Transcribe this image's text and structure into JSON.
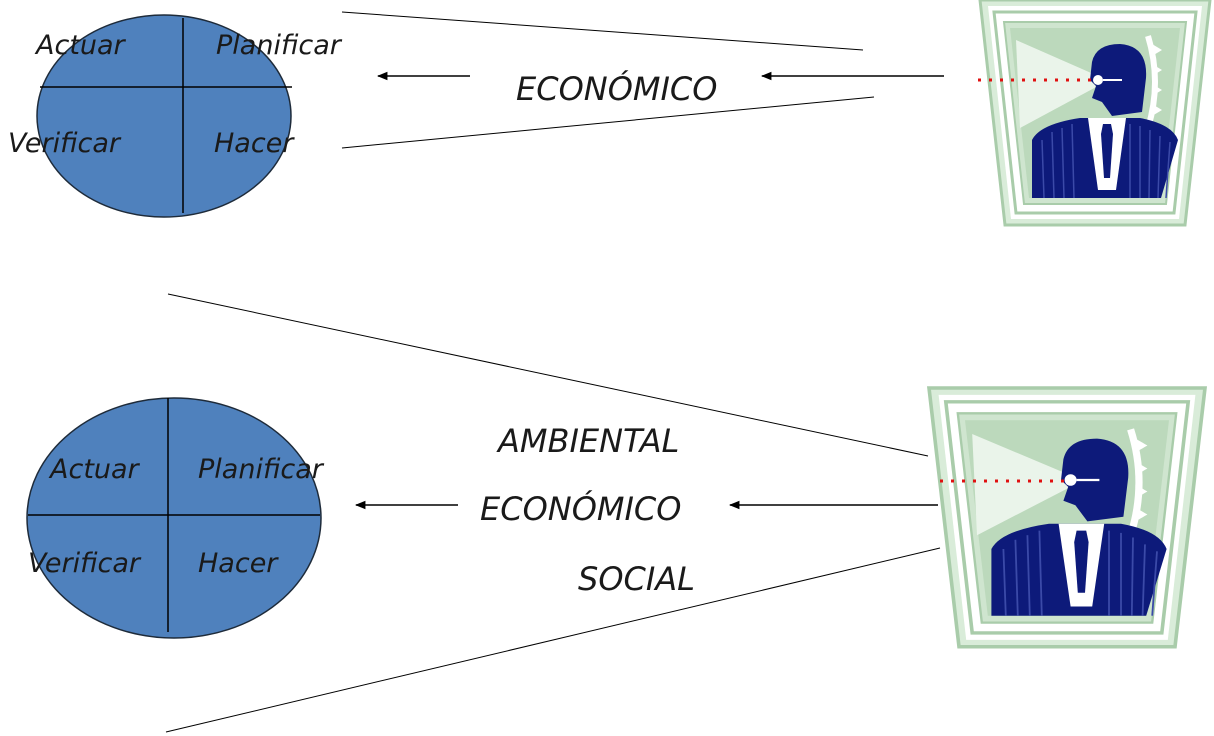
{
  "top_diagram": {
    "cycle": {
      "actuar": "Actuar",
      "planificar": "Planificar",
      "verificar": "Verificar",
      "hacer": "Hacer"
    },
    "dimensions": [
      "ECONÓMICO"
    ]
  },
  "bottom_diagram": {
    "cycle": {
      "actuar": "Actuar",
      "planificar": "Planificar",
      "verificar": "Verificar",
      "hacer": "Hacer"
    },
    "dimensions": [
      "AMBIENTAL",
      "ECONÓMICO",
      "SOCIAL"
    ]
  },
  "colors": {
    "ellipse_fill": "#4f81bd",
    "frame_green": "#c8e0c8",
    "frame_green_dark": "#a9ccaa",
    "figure_navy": "#0d1a7a",
    "laser_red": "#e01010"
  },
  "icons": {
    "viewer": "businessman-looking-icon"
  }
}
